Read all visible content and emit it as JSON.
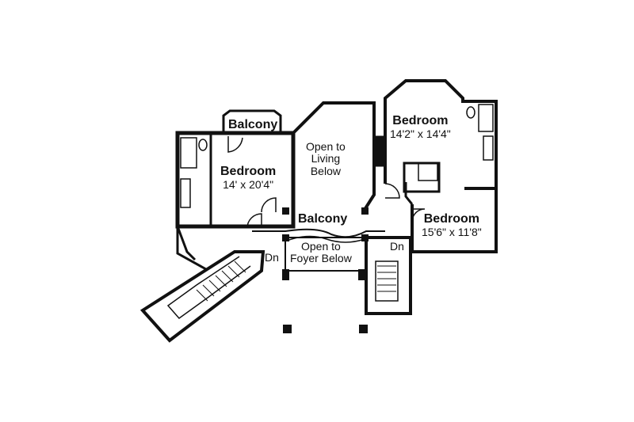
{
  "plan": {
    "balcony_top": "Balcony",
    "bedroom_left": {
      "name": "Bedroom",
      "size": "14' x 20'4\""
    },
    "open_living": {
      "line1": "Open to",
      "line2": "Living",
      "line3": "Below"
    },
    "bedroom_top_right": {
      "name": "Bedroom",
      "size": "14'2\" x 14'4\""
    },
    "bedroom_right": {
      "name": "Bedroom",
      "size": "15'6\" x 11'8\""
    },
    "balcony_center": "Balcony",
    "open_foyer": {
      "line1": "Open to",
      "line2": "Foyer Below"
    },
    "dn_left": "Dn",
    "dn_right": "Dn"
  }
}
